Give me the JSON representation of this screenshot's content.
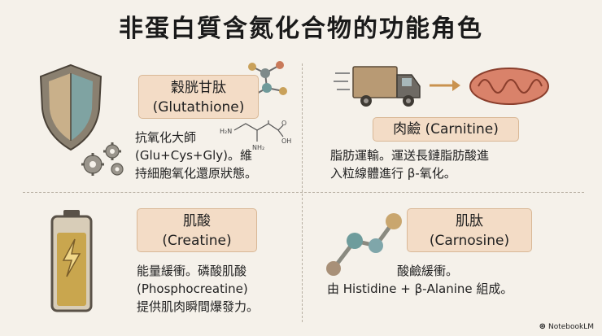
{
  "title": "非蛋白質含氮化合物的功能角色",
  "quadrants": [
    {
      "name_zh": "穀胱甘肽",
      "name_en": "(Glutathione)",
      "desc_lines": [
        "抗氧化大師",
        "(Glu+Cys+Gly)。維",
        "持細胞氧化還原狀態。"
      ],
      "icons": [
        "shield-icon",
        "gears-icon",
        "molecule-icon",
        "chemical-structure-icon"
      ]
    },
    {
      "name_zh": "肉鹼",
      "name_en": "(Carnitine)",
      "desc_lines": [
        "脂肪運輸。運送長鏈脂肪酸進",
        "入粒線體進行 β-氧化。"
      ],
      "icons": [
        "delivery-truck-icon",
        "arrow-right-icon",
        "mitochondrion-icon"
      ]
    },
    {
      "name_zh": "肌酸",
      "name_en": "(Creatine)",
      "desc_lines": [
        "能量緩衝。磷酸肌酸",
        "(Phosphocreatine)",
        "提供肌肉瞬間爆發力。"
      ],
      "icons": [
        "battery-icon",
        "lightning-icon"
      ]
    },
    {
      "name_zh": "肌肽",
      "name_en": "(Carnosine)",
      "desc_lines": [
        "酸鹼緩衝。",
        "由 Histidine + β-Alanine 組成。"
      ],
      "icons": [
        "molecule-chain-icon"
      ]
    }
  ],
  "chem_labels": {
    "amine": "H₂N",
    "amine2": "NH₂",
    "oxygen": "O",
    "hydroxyl": "OH"
  },
  "watermark": "NotebookLM"
}
